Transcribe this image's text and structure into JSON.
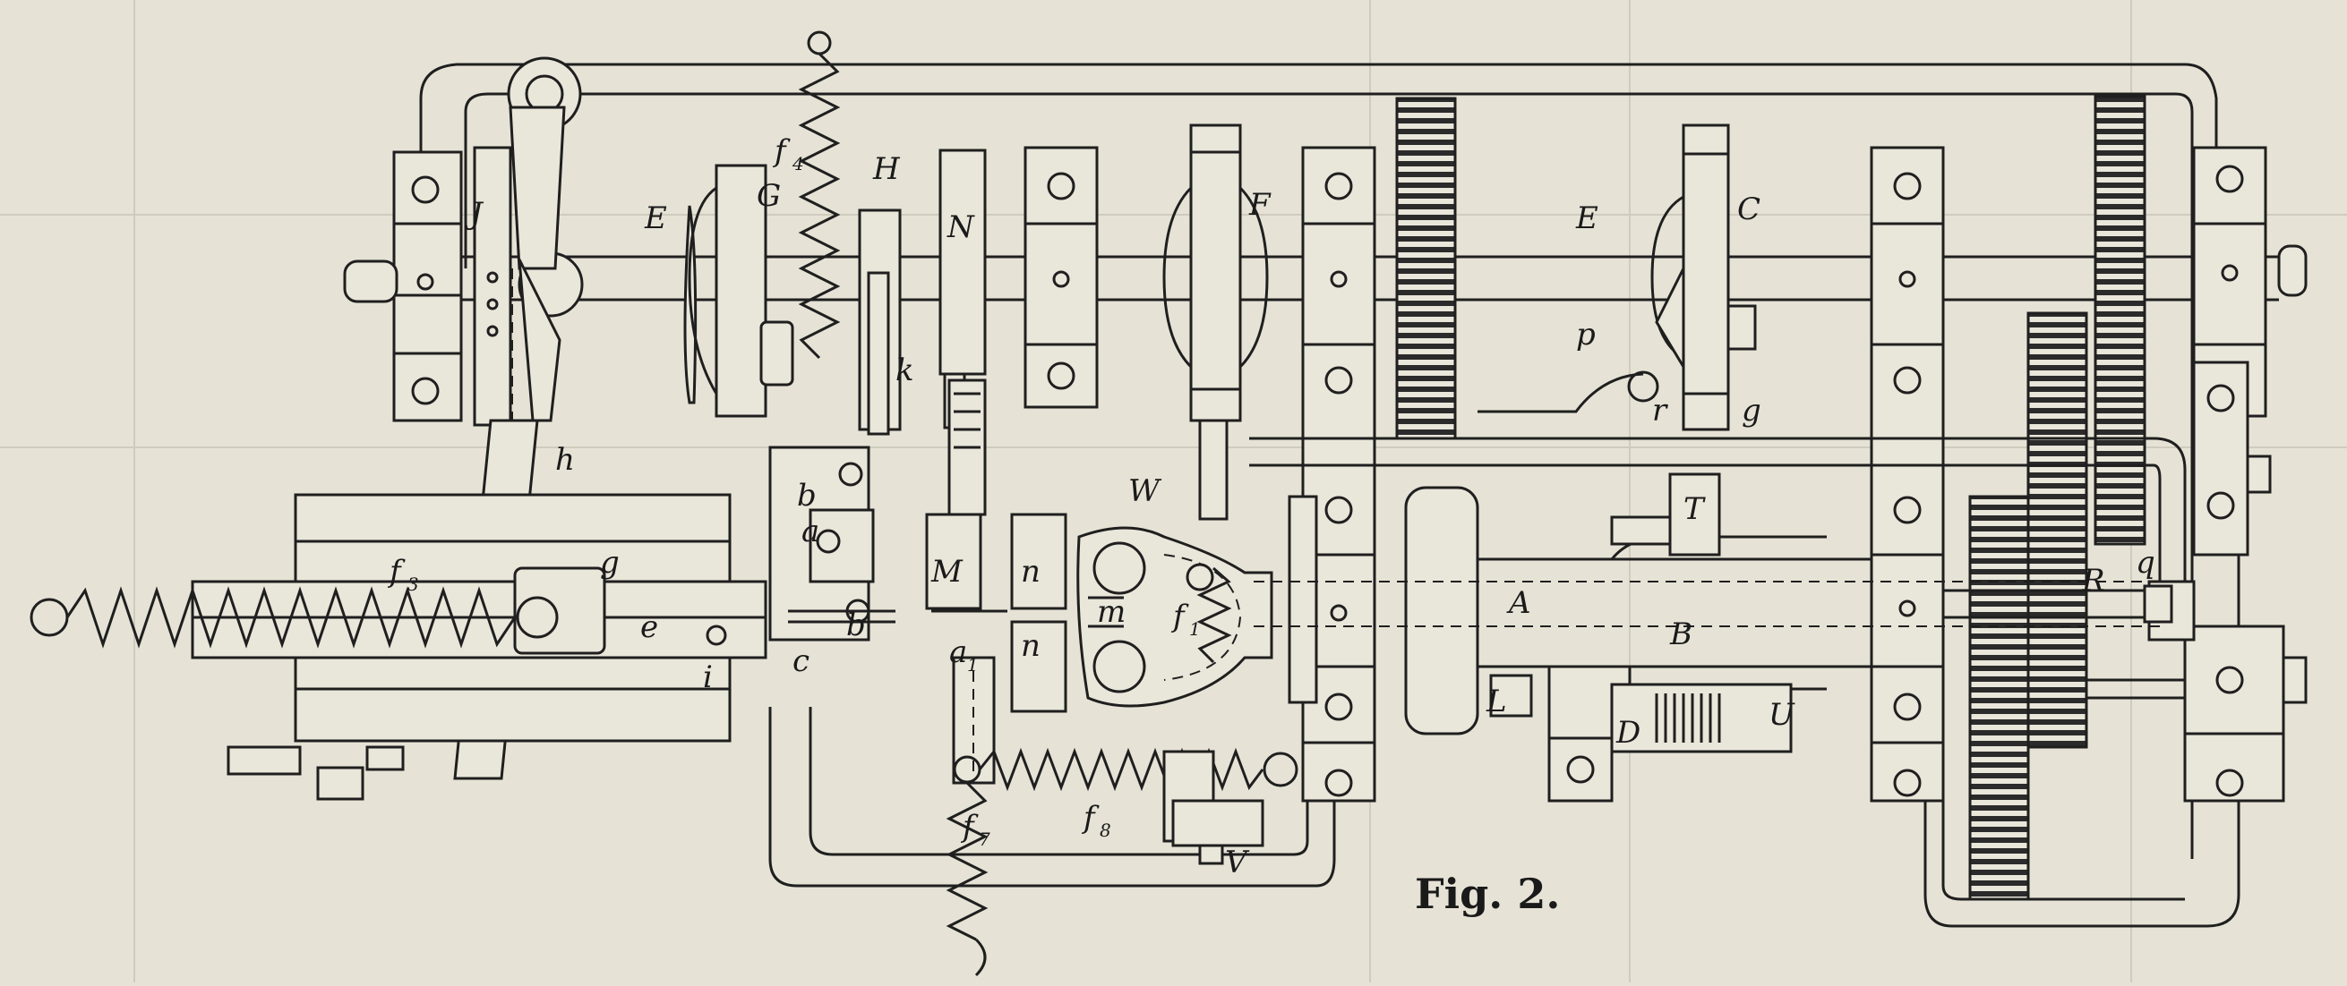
{
  "figure": {
    "caption": "Fig. 2.",
    "labels": {
      "J": "J",
      "E1": "E",
      "G": "G",
      "f4": "f",
      "f4_sub": "4",
      "H": "H",
      "N": "N",
      "F": "F",
      "E2": "E",
      "C": "C",
      "p": "p",
      "k": "k",
      "r": "r",
      "g_top": "g",
      "h": "h",
      "f3": "f",
      "f3_sub": "3",
      "g_left": "g",
      "e": "e",
      "i": "i",
      "b1": "b",
      "a": "a",
      "b2": "b",
      "c": "c",
      "M": "M",
      "n1": "n",
      "n2": "n",
      "m": "m",
      "f1": "f",
      "f1_sub": "1",
      "W": "W",
      "T": "T",
      "A": "A",
      "B": "B",
      "R": "R",
      "q": "q",
      "L": "L",
      "D": "D",
      "U": "U",
      "a1": "a",
      "a1_sub": "1",
      "f8": "f",
      "f8_sub": "8",
      "f7": "f",
      "f7_sub": "7",
      "V": "V"
    }
  }
}
